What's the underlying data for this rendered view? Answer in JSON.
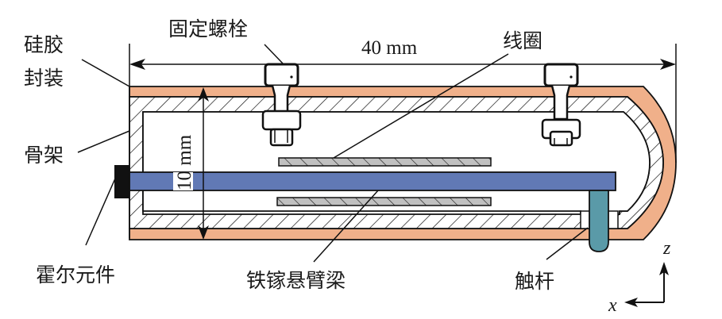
{
  "figure": {
    "title": "Galfenol cantilever sensor structure",
    "labels": {
      "silicone_encapsulation_line1": "硅胶",
      "silicone_encapsulation_line2": "封装",
      "frame": "骨架",
      "hall_element": "霍尔元件",
      "fixing_bolt": "固定螺栓",
      "coil": "线圈",
      "galfenol_cantilever": "铁镓悬臂梁",
      "contact_rod": "触杆"
    },
    "dimensions": {
      "length": "40 mm",
      "height": "10 mm"
    },
    "axes": {
      "vertical": "z",
      "horizontal": "x"
    },
    "colors": {
      "silicone": "#f0b08a",
      "beam": "#6179b5",
      "coil": "#c0c0c0",
      "contact_rod": "#5a9aa8",
      "hall_element": "#111111",
      "outline": "#111111"
    }
  }
}
